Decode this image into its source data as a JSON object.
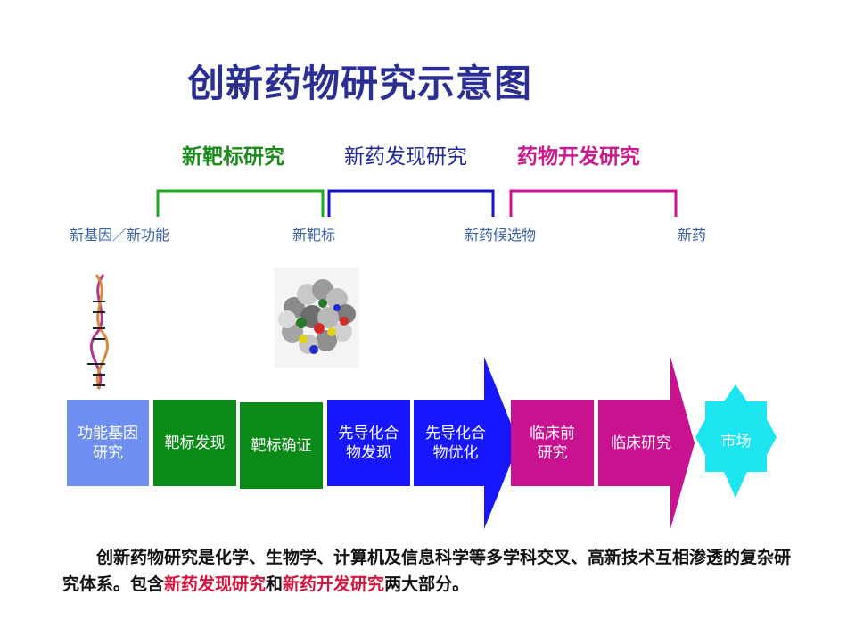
{
  "title": "创新药物研究示意图",
  "phases": {
    "target": "新靶标研究",
    "discovery": "新药发现研究",
    "development": "药物开发研究"
  },
  "milestones": {
    "gene": "新基因／新功能",
    "target": "新靶标",
    "candidate": "新药候选物",
    "drug": "新药"
  },
  "steps": {
    "s1": "功能基因研究",
    "s2": "靶标发现",
    "s3": "靶标确证",
    "s4": "先导化合物发现",
    "s5": "先导化合物优化",
    "s6": "临床前研究",
    "s7": "临床研究",
    "s8": "市场"
  },
  "paragraph": {
    "part1": "创新药物研究是化学、生物学、计算机及信息科学等多学科交叉、高新技术互相渗透的复杂研究体系。包含",
    "hl1": "新药发现研究",
    "part2": "和",
    "hl2": "新药开发研究",
    "part3": "两大部分。"
  },
  "colors": {
    "title": "#2b2f93",
    "green": "#0b8a18",
    "blue": "#1616ff",
    "magenta": "#c8128f",
    "light_blue": "#6f8ff0",
    "cyan": "#1ee6f0",
    "highlight": "#d4143c"
  }
}
